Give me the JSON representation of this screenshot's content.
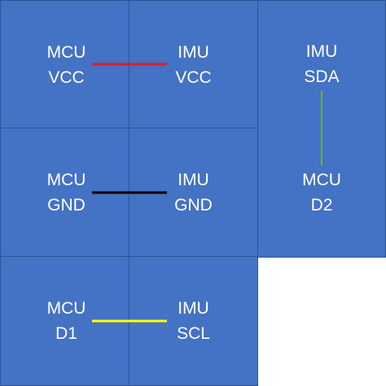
{
  "blocks": [
    {
      "id": "mcu-vcc",
      "line1": "MCU",
      "line2": "VCC"
    },
    {
      "id": "imu-vcc",
      "line1": "IMU",
      "line2": "VCC"
    },
    {
      "id": "imu-sda",
      "line1": "IMU",
      "line2": "SDA"
    },
    {
      "id": "mcu-d2",
      "line1": "MCU",
      "line2": "D2"
    },
    {
      "id": "mcu-gnd",
      "line1": "MCU",
      "line2": "GND"
    },
    {
      "id": "imu-gnd",
      "line1": "IMU",
      "line2": "GND"
    },
    {
      "id": "mcu-d1",
      "line1": "MCU",
      "line2": "D1"
    },
    {
      "id": "imu-scl",
      "line1": "IMU",
      "line2": "SCL"
    }
  ],
  "colors": {
    "cell_fill": "#4472c4",
    "cell_border": "#2f528f",
    "text": "#ffffff",
    "wire_vcc": "#e0192c",
    "wire_gnd": "#000000",
    "wire_sda": "#70ad47",
    "wire_scl": "#ffff00"
  },
  "connections": [
    {
      "from": "MCU VCC",
      "to": "IMU VCC",
      "color": "red"
    },
    {
      "from": "MCU GND",
      "to": "IMU GND",
      "color": "black"
    },
    {
      "from": "MCU D1",
      "to": "IMU SCL",
      "color": "yellow"
    },
    {
      "from": "MCU D2",
      "to": "IMU SDA",
      "color": "green"
    }
  ]
}
